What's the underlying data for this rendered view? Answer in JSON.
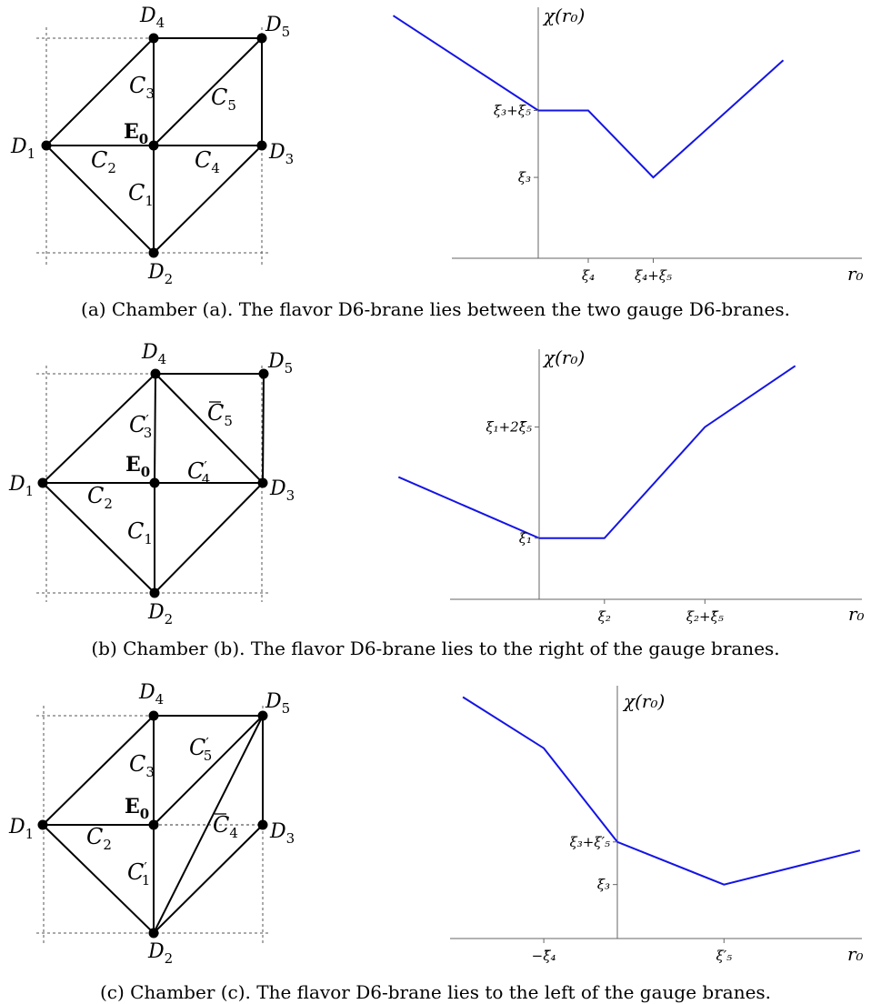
{
  "panels": [
    {
      "caption": "(a) Chamber (a). The flavor D6-brane lies between the two gauge D6-branes.",
      "graph": {
        "nodes": [
          {
            "id": "D4",
            "base": "D",
            "sub": "4"
          },
          {
            "id": "D5",
            "base": "D",
            "sub": "5"
          },
          {
            "id": "D1",
            "base": "D",
            "sub": "1"
          },
          {
            "id": "D3",
            "base": "D",
            "sub": "3"
          },
          {
            "id": "D2",
            "base": "D",
            "sub": "2"
          },
          {
            "id": "E0",
            "base": "E",
            "sub": "0"
          }
        ],
        "curves": [
          {
            "id": "C3",
            "base": "C",
            "sub": "3",
            "mark": ""
          },
          {
            "id": "C5",
            "base": "C",
            "sub": "5",
            "mark": ""
          },
          {
            "id": "C2",
            "base": "C",
            "sub": "2",
            "mark": ""
          },
          {
            "id": "C4",
            "base": "C",
            "sub": "4",
            "mark": ""
          },
          {
            "id": "C1",
            "base": "C",
            "sub": "1",
            "mark": ""
          }
        ]
      },
      "plot": {
        "type": "line",
        "ylabel": "χ(r₀)",
        "xlabel": "r₀",
        "xlim": [
          -3.1,
          5.1
        ],
        "ylim": [
          -0.95,
          3.55
        ],
        "x": [
          -2.9,
          0,
          1,
          2.3,
          4.9
        ],
        "y": [
          3.4,
          1.7,
          1.7,
          0.5,
          2.6
        ],
        "yticks": [
          {
            "value": 1.7,
            "label": "ξ₃+ξ₅"
          },
          {
            "value": 0.5,
            "label": "ξ₃"
          }
        ],
        "xticks": [
          {
            "value": 1,
            "label": "ξ₄"
          },
          {
            "value": 2.3,
            "label": "ξ₄+ξ₅"
          }
        ]
      }
    },
    {
      "caption": "(b) Chamber (b). The flavor D6-brane lies to the right of the gauge branes.",
      "graph": {
        "nodes": [
          {
            "id": "D4",
            "base": "D",
            "sub": "4"
          },
          {
            "id": "D5",
            "base": "D",
            "sub": "5"
          },
          {
            "id": "D1",
            "base": "D",
            "sub": "1"
          },
          {
            "id": "D3",
            "base": "D",
            "sub": "3"
          },
          {
            "id": "D2",
            "base": "D",
            "sub": "2"
          },
          {
            "id": "E0",
            "base": "E",
            "sub": "0"
          }
        ],
        "curves": [
          {
            "id": "C3",
            "base": "C",
            "sub": "3",
            "mark": "prime"
          },
          {
            "id": "C5",
            "base": "C",
            "sub": "5",
            "mark": "bar"
          },
          {
            "id": "C4",
            "base": "C",
            "sub": "4",
            "mark": "prime"
          },
          {
            "id": "C2",
            "base": "C",
            "sub": "2",
            "mark": ""
          },
          {
            "id": "C1",
            "base": "C",
            "sub": "1",
            "mark": ""
          }
        ]
      },
      "plot": {
        "type": "line",
        "ylabel": "χ(r₀)",
        "xlabel": "r₀",
        "xlim": [
          -3.0,
          5.2
        ],
        "ylim": [
          -0.3,
          4.2
        ],
        "x": [
          -2.8,
          0,
          1.3,
          3.3,
          5.1
        ],
        "y": [
          1.9,
          0.8,
          0.8,
          2.8,
          3.9
        ],
        "yticks": [
          {
            "value": 2.8,
            "label": "ξ₁+2ξ̄₅"
          },
          {
            "value": 0.8,
            "label": "ξ₁"
          }
        ],
        "xticks": [
          {
            "value": 1.3,
            "label": "ξ₂"
          },
          {
            "value": 3.3,
            "label": "ξ₂+ξ̄₅"
          }
        ]
      }
    },
    {
      "caption": "(c) Chamber (c). The flavor D6-brane lies to the left of the gauge branes.",
      "graph": {
        "nodes": [
          {
            "id": "D4",
            "base": "D",
            "sub": "4"
          },
          {
            "id": "D5",
            "base": "D",
            "sub": "5"
          },
          {
            "id": "D1",
            "base": "D",
            "sub": "1"
          },
          {
            "id": "D3",
            "base": "D",
            "sub": "3"
          },
          {
            "id": "D2",
            "base": "D",
            "sub": "2"
          },
          {
            "id": "E0",
            "base": "E",
            "sub": "0"
          }
        ],
        "curves": [
          {
            "id": "C3",
            "base": "C",
            "sub": "3",
            "mark": ""
          },
          {
            "id": "C5",
            "base": "C",
            "sub": "5",
            "mark": "prime"
          },
          {
            "id": "C2",
            "base": "C",
            "sub": "2",
            "mark": ""
          },
          {
            "id": "C4",
            "base": "C",
            "sub": "4",
            "mark": "bar"
          },
          {
            "id": "C1",
            "base": "C",
            "sub": "1",
            "mark": "prime"
          }
        ]
      },
      "plot": {
        "type": "line",
        "ylabel": "χ(r₀)",
        "xlabel": "r₀",
        "xlim": [
          -2.2,
          3.4
        ],
        "ylim": [
          -0.35,
          4.1
        ],
        "x": [
          -2.1,
          -1.0,
          0,
          1.45,
          3.3
        ],
        "y": [
          3.9,
          3.0,
          1.35,
          0.6,
          1.2
        ],
        "yticks": [
          {
            "value": 1.35,
            "label": "ξ₃+ξ′₅"
          },
          {
            "value": 0.6,
            "label": "ξ₃"
          }
        ],
        "xticks": [
          {
            "value": -1.0,
            "label": "−ξ̄₄"
          },
          {
            "value": 1.45,
            "label": "ξ′₅"
          }
        ]
      }
    }
  ]
}
